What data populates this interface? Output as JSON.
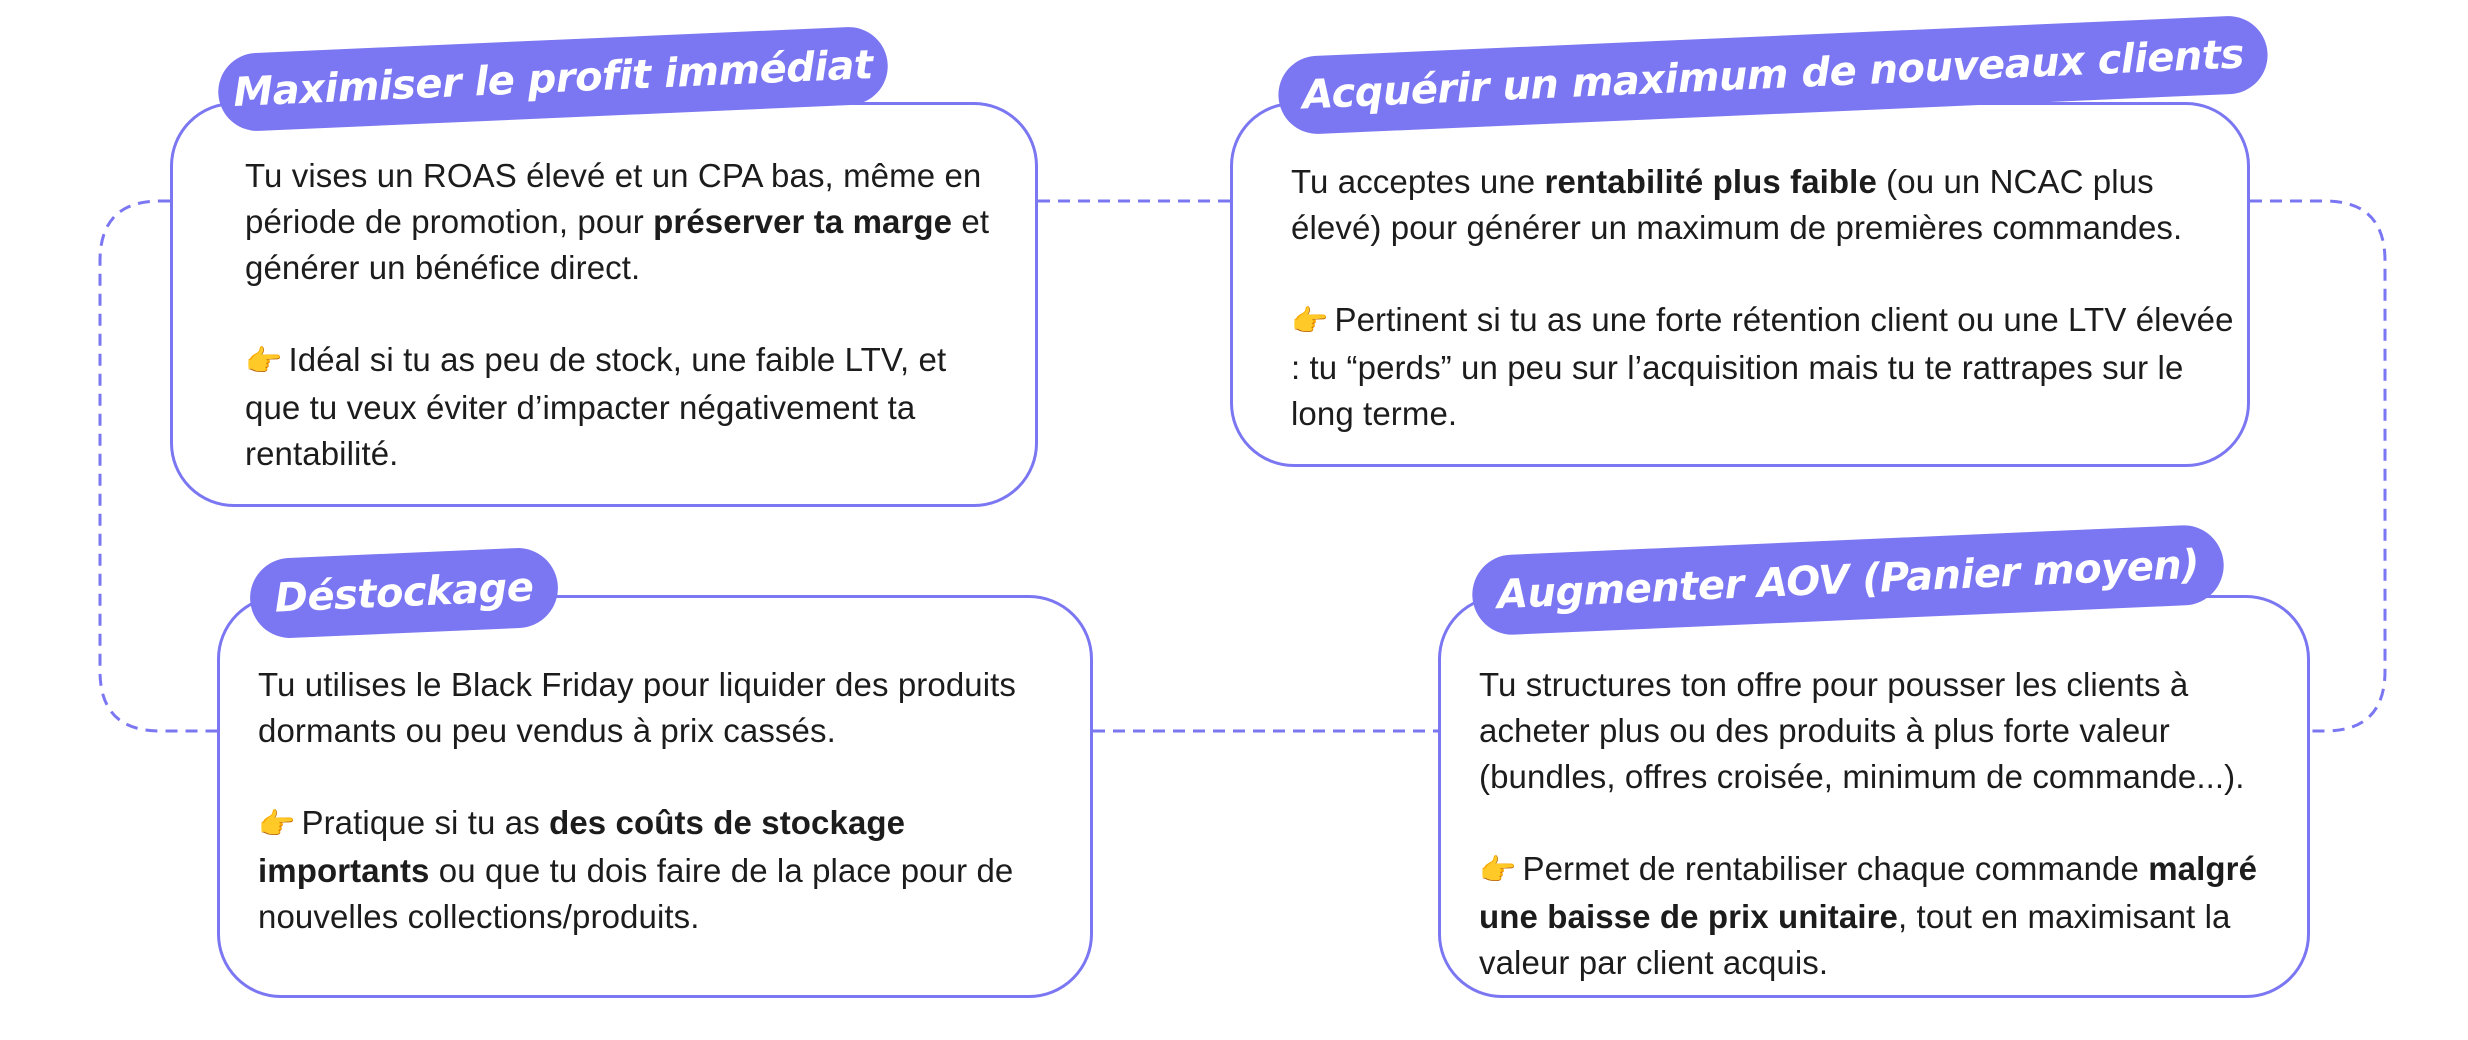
{
  "cards": [
    {
      "title": "Maximiser le profit immédiat",
      "p1": [
        {
          "t": "Tu vises un ROAS élevé et un CPA bas, même en période de promotion, pour ",
          "b": false
        },
        {
          "t": "préserver ta marge",
          "b": true
        },
        {
          "t": " et générer un bénéfice direct.",
          "b": false
        }
      ],
      "p2": [
        {
          "t": "Idéal si tu as peu de stock, une faible LTV, et que tu veux éviter d’impacter négativement ta rentabilité.",
          "b": false
        }
      ]
    },
    {
      "title": "Acquérir un maximum de nouveaux clients",
      "p1": [
        {
          "t": "Tu acceptes une ",
          "b": false
        },
        {
          "t": "rentabilité plus faible",
          "b": true
        },
        {
          "t": " (ou un NCAC plus élevé) pour générer un maximum de premières commandes.",
          "b": false
        }
      ],
      "p2": [
        {
          "t": "Pertinent si tu as une forte rétention client ou une LTV élevée : tu “perds” un peu sur l’acquisition mais tu te rattrapes sur le long terme.",
          "b": false
        }
      ]
    },
    {
      "title": "Déstockage",
      "p1": [
        {
          "t": "Tu utilises le Black Friday pour liquider des produits dormants ou peu vendus à prix cassés.",
          "b": false
        }
      ],
      "p2": [
        {
          "t": "Pratique si tu as ",
          "b": false
        },
        {
          "t": "des coûts de stockage importants",
          "b": true
        },
        {
          "t": " ou que tu dois faire de la place pour de nouvelles collections/produits.",
          "b": false
        }
      ]
    },
    {
      "title": "Augmenter AOV (Panier moyen)",
      "p1": [
        {
          "t": "Tu structures ton offre pour pousser les clients à acheter plus ou des produits à plus forte valeur (bundles, offres croisée, minimum de commande...).",
          "b": false
        }
      ],
      "p2": [
        {
          "t": "Permet de rentabiliser chaque commande ",
          "b": false
        },
        {
          "t": "malgré une baisse de prix unitaire",
          "b": true
        },
        {
          "t": ", tout en maximisant la valeur par client acquis.",
          "b": false
        }
      ]
    }
  ],
  "pointer_emoji": "👉",
  "colors": {
    "accent": "#7b76f2",
    "text": "#1c1c1c",
    "background": "#ffffff"
  }
}
